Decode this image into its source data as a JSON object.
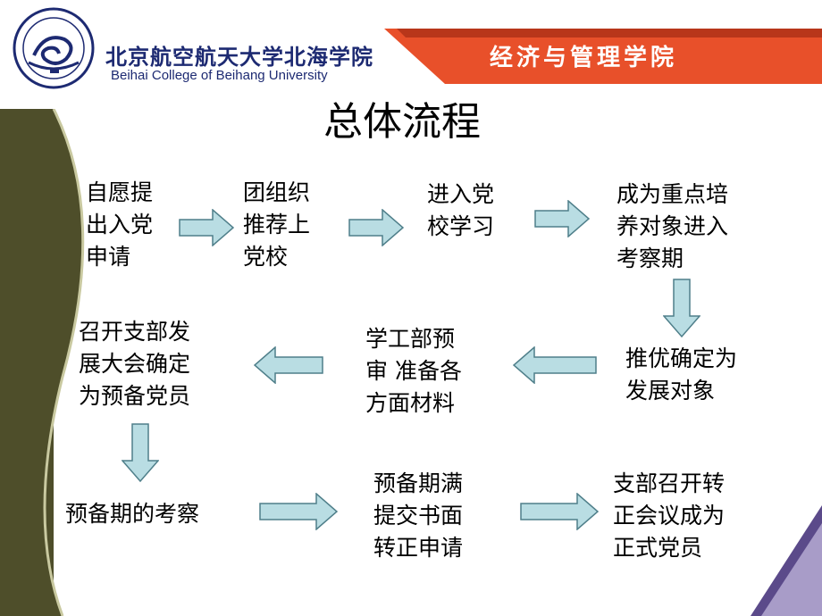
{
  "header": {
    "school_name_cn": "北京航空航天大学北海学院",
    "school_name_en": "Beihai College of Beihang University",
    "college_name": "经济与管理学院",
    "logo": "beihang-beihai-seal-logo"
  },
  "title": "总体流程",
  "steps": [
    {
      "id": "s1",
      "text": "自愿提\n出入党\n申请"
    },
    {
      "id": "s2",
      "text": "团组织\n推荐上\n党校"
    },
    {
      "id": "s3",
      "text": "进入党\n校学习"
    },
    {
      "id": "s4",
      "text": "成为重点培\n养对象进入\n考察期"
    },
    {
      "id": "s5",
      "text": "推优确定为\n发展对象"
    },
    {
      "id": "s6",
      "text": "学工部预\n审  准备各\n方面材料"
    },
    {
      "id": "s7",
      "text": "召开支部发\n展大会确定\n为预备党员"
    },
    {
      "id": "s8",
      "text": "预备期的考察"
    },
    {
      "id": "s9",
      "text": "预备期满\n提交书面\n转正申请"
    },
    {
      "id": "s10",
      "text": "支部召开转\n正会议成为\n正式党员"
    }
  ],
  "colors": {
    "arrow_fill": "#b9dde3",
    "arrow_stroke": "#4f7f8a",
    "banner_red": "#e8502a",
    "logo_blue": "#1d2a72",
    "sidebar_olive": "#4e4e2a",
    "corner_purple": "#5b4a8a"
  }
}
